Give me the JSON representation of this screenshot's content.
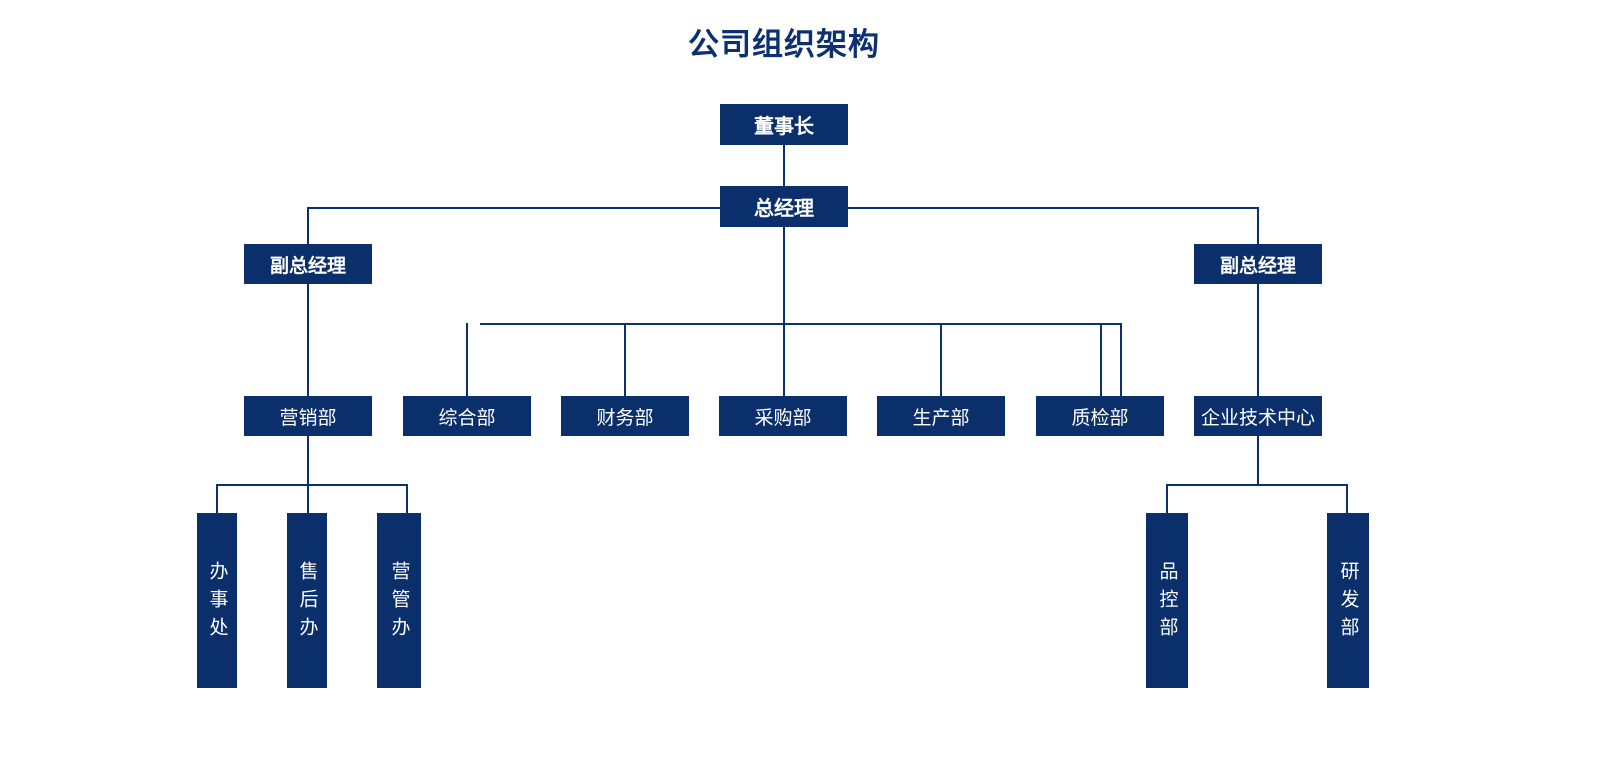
{
  "title": "公司组织架构",
  "colors": {
    "box_fill": "#0a2f6b",
    "line": "#0a3070",
    "title_text": "#0d3070",
    "box_text": "#ffffff",
    "background": "#ffffff"
  },
  "chart_type": "org-chart",
  "nodes": {
    "chairman": {
      "label": "董事长",
      "level": 1
    },
    "general_manager": {
      "label": "总经理",
      "level": 2
    },
    "deputy_gm_left": {
      "label": "副总经理",
      "level": 3
    },
    "deputy_gm_right": {
      "label": "副总经理",
      "level": 3
    },
    "marketing": {
      "label": "营销部",
      "level": 4
    },
    "general_affairs": {
      "label": "综合部",
      "level": 4
    },
    "finance": {
      "label": "财务部",
      "level": 4
    },
    "procurement": {
      "label": "采购部",
      "level": 4
    },
    "production": {
      "label": "生产部",
      "level": 4
    },
    "quality_inspection": {
      "label": "质检部",
      "level": 4
    },
    "tech_center": {
      "label": "企业技术中心",
      "level": 4
    },
    "office": {
      "label": "办事处",
      "level": 5
    },
    "after_sales": {
      "label": "售后办",
      "level": 5
    },
    "marketing_admin": {
      "label": "营管办",
      "level": 5
    },
    "quality_control": {
      "label": "品控部",
      "level": 5
    },
    "research_development": {
      "label": "研发部",
      "level": 5
    }
  }
}
